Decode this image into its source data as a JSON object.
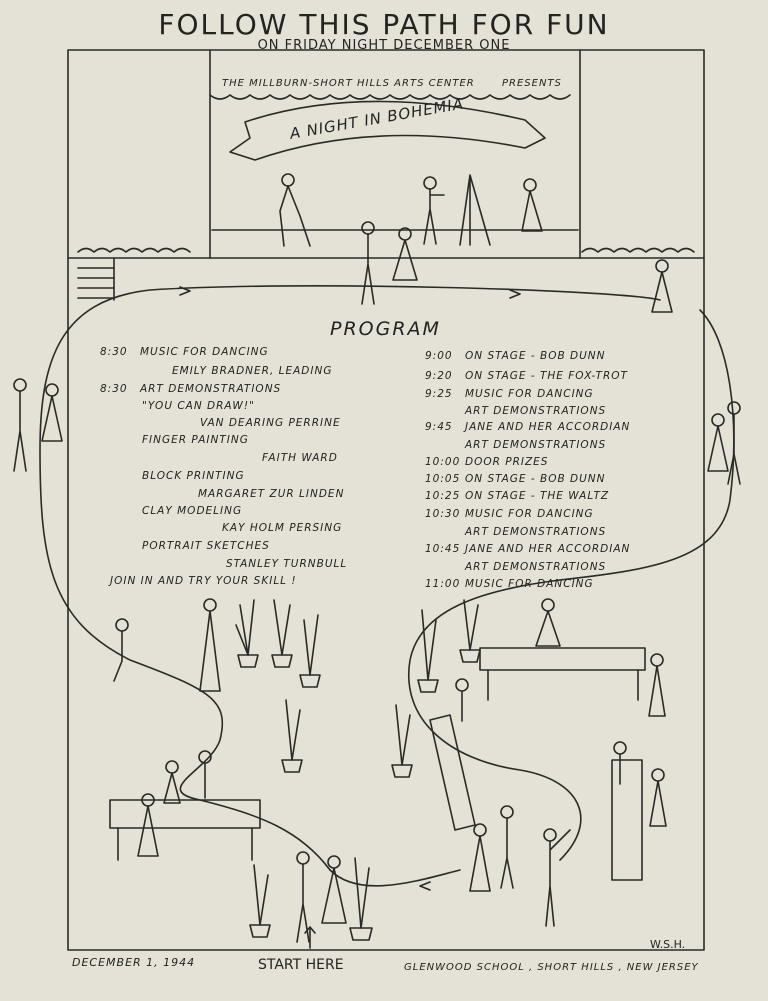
{
  "header": {
    "title": "FOLLOW THIS PATH FOR FUN",
    "subtitle": "ON FRIDAY NIGHT DECEMBER ONE"
  },
  "stage": {
    "presenter": "THE MILLBURN-SHORT HILLS ARTS CENTER",
    "presents": "PRESENTS",
    "banner": "A NIGHT IN BOHEMIA"
  },
  "program": {
    "heading": "PROGRAM",
    "left": [
      {
        "time": "8:30",
        "text": "MUSIC FOR DANCING"
      },
      {
        "time": "",
        "text": "EMILY BRADNER, LEADING"
      },
      {
        "time": "8:30",
        "text": "ART DEMONSTRATIONS"
      },
      {
        "time": "",
        "text": "\"YOU CAN DRAW!\""
      },
      {
        "time": "",
        "text": "VAN DEARING PERRINE"
      },
      {
        "time": "",
        "text": "FINGER PAINTING"
      },
      {
        "time": "",
        "text": "FAITH WARD"
      },
      {
        "time": "",
        "text": "BLOCK PRINTING"
      },
      {
        "time": "",
        "text": "MARGARET ZUR LINDEN"
      },
      {
        "time": "",
        "text": "CLAY MODELING"
      },
      {
        "time": "",
        "text": "KAY HOLM PERSING"
      },
      {
        "time": "",
        "text": "PORTRAIT SKETCHES"
      },
      {
        "time": "",
        "text": "STANLEY TURNBULL"
      },
      {
        "time": "",
        "text": "JOIN IN AND TRY YOUR SKILL !"
      }
    ],
    "right": [
      {
        "time": "9:00",
        "text": "ON STAGE  -  BOB DUNN"
      },
      {
        "time": "9:20",
        "text": "ON STAGE  -  THE FOX-TROT"
      },
      {
        "time": "9:25",
        "text": "MUSIC FOR DANCING"
      },
      {
        "time": "",
        "text": "ART DEMONSTRATIONS"
      },
      {
        "time": "9:45",
        "text": "JANE AND HER ACCORDIAN"
      },
      {
        "time": "",
        "text": "ART DEMONSTRATIONS"
      },
      {
        "time": "10:00",
        "text": "DOOR PRIZES"
      },
      {
        "time": "10:05",
        "text": "ON STAGE  -  BOB DUNN"
      },
      {
        "time": "10:25",
        "text": "ON STAGE  -  THE WALTZ"
      },
      {
        "time": "10:30",
        "text": "MUSIC FOR DANCING"
      },
      {
        "time": "",
        "text": "ART DEMONSTRATIONS"
      },
      {
        "time": "10:45",
        "text": "JANE AND HER ACCORDIAN"
      },
      {
        "time": "",
        "text": "ART DEMONSTRATIONS"
      },
      {
        "time": "11:00",
        "text": "MUSIC FOR DANCING"
      }
    ]
  },
  "footer": {
    "date": "DECEMBER 1, 1944",
    "start": "START HERE",
    "place": "GLENWOOD SCHOOL , SHORT HILLS , NEW JERSEY",
    "signature": "W.S.H."
  },
  "colors": {
    "paper": "#e4e1d6",
    "ink": "#232320"
  }
}
